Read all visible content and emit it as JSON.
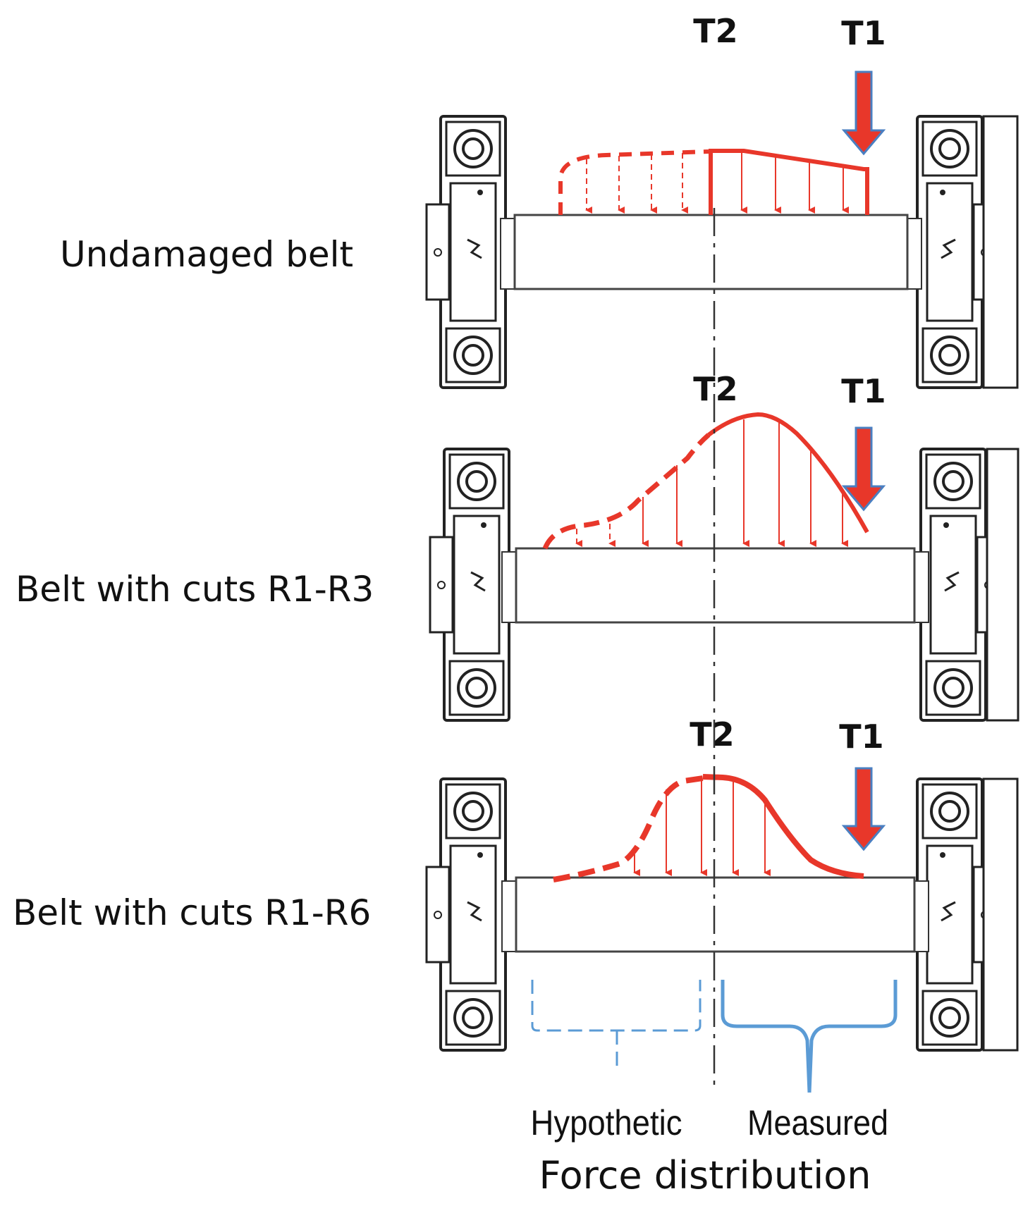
{
  "rows": [
    {
      "label": "Undamaged belt",
      "t2": "T2",
      "t1": "T1"
    },
    {
      "label": "Belt with cuts R1-R3",
      "t2": "T2",
      "t1": "T1"
    },
    {
      "label": "Belt with cuts R1-R6",
      "t2": "T2",
      "t1": "T1"
    }
  ],
  "braces": {
    "hypothetic": "Hypothetic",
    "measured": "Measured"
  },
  "footer": "Force distribution",
  "colors": {
    "force": "#e8372a",
    "brace": "#5b9bd5",
    "line": "#444444"
  }
}
